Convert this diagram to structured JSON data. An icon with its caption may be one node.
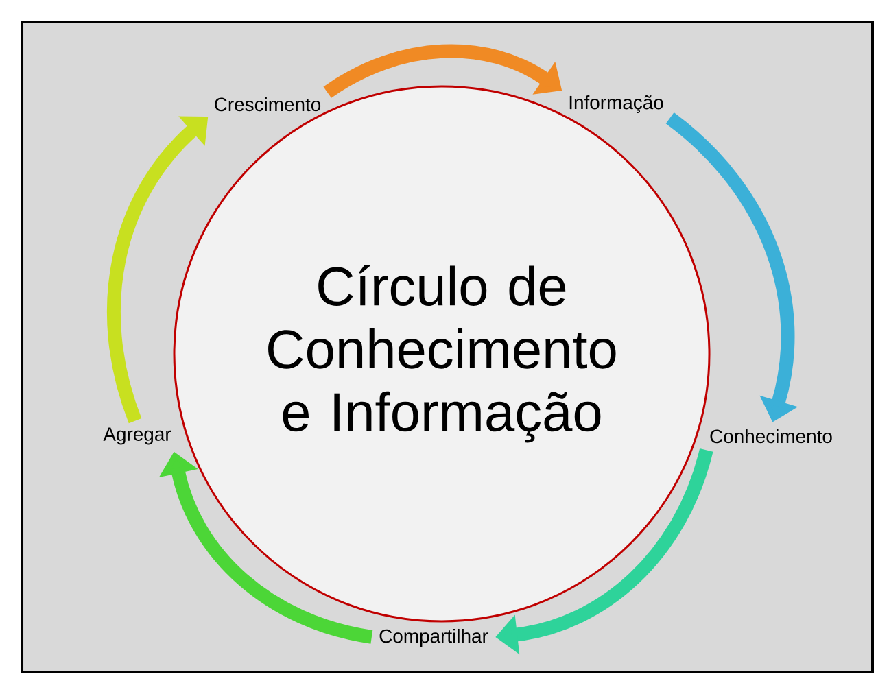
{
  "diagram": {
    "nodes": [
      {
        "text": [
          "Círculo de Conhecimento e Informação"
        ]
      },
      {
        "text": [
          "Crescimento"
        ]
      },
      {
        "text": [
          "Informação"
        ]
      },
      {
        "text": [
          "Agregar"
        ]
      },
      {
        "text": [
          "Conhecimento"
        ]
      },
      {
        "text": [
          "Compartilhar"
        ]
      }
    ],
    "edges": [
      {
        "from": 1,
        "to": 2,
        "arrow": "to",
        "color": "#f08a24"
      },
      {
        "from": 2,
        "to": 4,
        "arrow": "to",
        "color": "#3bb0d8"
      },
      {
        "from": 4,
        "to": 5,
        "arrow": "to",
        "color": "#2ed39a"
      },
      {
        "from": 5,
        "to": 3,
        "arrow": "to",
        "color": "#4cd637"
      },
      {
        "from": 3,
        "to": 1,
        "arrow": "to",
        "color": "#c8e020"
      }
    ]
  }
}
